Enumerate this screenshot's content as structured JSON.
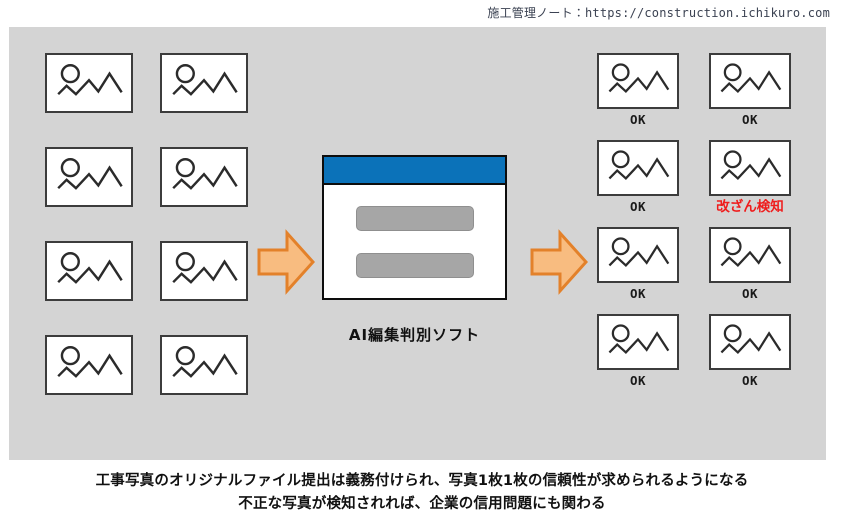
{
  "header": {
    "text": "施工管理ノート：https://construction.ichikuro.com"
  },
  "diagram": {
    "frame_border_color": "#1f2d44",
    "frame_background_color": "#d4d4d4",
    "input_group": {
      "name": "original-photos",
      "columns": 2,
      "rows": 4,
      "photos": [
        {
          "icon": "photo-icon",
          "label": ""
        },
        {
          "icon": "photo-icon",
          "label": ""
        },
        {
          "icon": "photo-icon",
          "label": ""
        },
        {
          "icon": "photo-icon",
          "label": ""
        },
        {
          "icon": "photo-icon",
          "label": ""
        },
        {
          "icon": "photo-icon",
          "label": ""
        },
        {
          "icon": "photo-icon",
          "label": ""
        },
        {
          "icon": "photo-icon",
          "label": ""
        }
      ]
    },
    "arrow_in": {
      "icon": "right-arrow-icon",
      "fill": "#f8bc80",
      "stroke": "#e3812a"
    },
    "arrow_out": {
      "icon": "right-arrow-icon",
      "fill": "#f8bc80",
      "stroke": "#e3812a"
    },
    "software": {
      "caption": "AI編集判別ソフト",
      "titlebar_color": "#0b72b9",
      "bar_color": "#a6a6a6",
      "bars": 2
    },
    "output_group": {
      "name": "judged-photos",
      "columns": 2,
      "rows": 4,
      "ok_color": "#1a1a1a",
      "alert_color": "#ef1c1c",
      "photos": [
        {
          "icon": "photo-icon",
          "label": "OK",
          "status": "ok"
        },
        {
          "icon": "photo-icon",
          "label": "OK",
          "status": "ok"
        },
        {
          "icon": "photo-icon",
          "label": "OK",
          "status": "ok"
        },
        {
          "icon": "photo-icon",
          "label": "改ざん検知",
          "status": "alert"
        },
        {
          "icon": "photo-icon",
          "label": "OK",
          "status": "ok"
        },
        {
          "icon": "photo-icon",
          "label": "OK",
          "status": "ok"
        },
        {
          "icon": "photo-icon",
          "label": "OK",
          "status": "ok"
        },
        {
          "icon": "photo-icon",
          "label": "OK",
          "status": "ok"
        }
      ]
    }
  },
  "caption": {
    "line1": "工事写真のオリジナルファイル提出は義務付けられ、写真1枚1枚の信頼性が求められるようになる",
    "line2": "不正な写真が検知されれば、企業の信用問題にも関わる"
  }
}
